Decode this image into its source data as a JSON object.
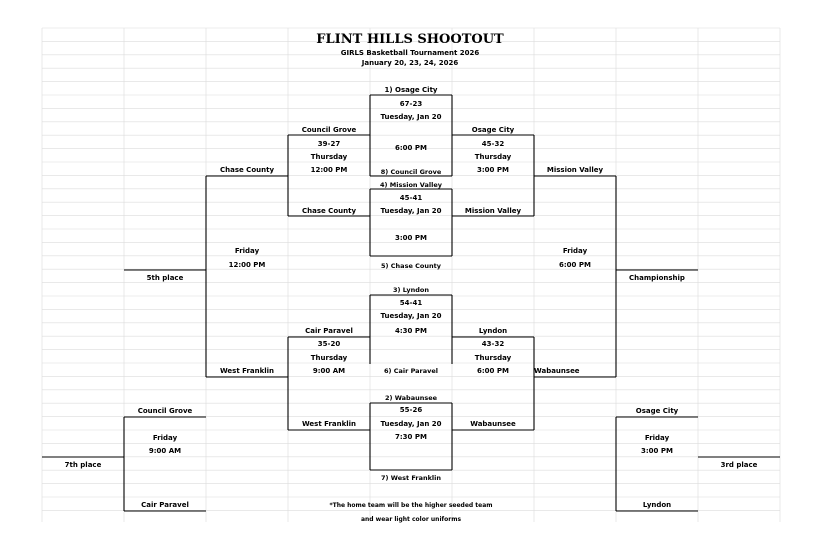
{
  "header": {
    "title": "FLINT HILLS SHOOTOUT",
    "subtitle": "GIRLS Basketball  Tournament 2026",
    "dates": "January 20, 23, 24,  2026"
  },
  "bracket": {
    "g1": {
      "label": "1) Osage City",
      "score": "67-23",
      "day": "Tuesday, Jan 20",
      "time": "6:00 PM",
      "opponent": "8) Council Grove"
    },
    "g2": {
      "label": "4) Mission Valley",
      "score": "45-41",
      "day": "Tuesday, Jan 20",
      "time": "3:00 PM",
      "opponent": "5) Chase County"
    },
    "g3": {
      "label": "3) Lyndon",
      "score": "54-41",
      "day": "Tuesday, Jan 20",
      "time": "4:30 PM",
      "opponent": "6) Cair Paravel"
    },
    "g4": {
      "label": "2) Wabaunsee",
      "score": "55-26",
      "day": "Tuesday, Jan 20",
      "time": "7:30 PM",
      "opponent": "7) West Franklin"
    },
    "left_top": {
      "team_a": "Council Grove",
      "score": "39-27",
      "day": "Thursday",
      "time": "12:00 PM",
      "team_b": "Chase County"
    },
    "right_top": {
      "team_a": "Osage City",
      "score": "45-32",
      "day": "Thursday",
      "time": "3:00 PM",
      "team_b": "Mission Valley"
    },
    "left_bottom": {
      "team_a": "Cair Paravel",
      "score": "35-20",
      "day": "Thursday",
      "time": "9:00 AM",
      "team_b": "West Franklin"
    },
    "right_bottom": {
      "team_a": "Lyndon",
      "score": "43-32",
      "day": "Thursday",
      "time": "6:00 PM",
      "team_b": "Wabaunsee"
    },
    "fifth": {
      "team_a": "Chase County",
      "day": "Friday",
      "time": "12:00 PM",
      "team_b": "West Franklin",
      "label": "5th place"
    },
    "championship": {
      "team_a": "Mission Valley",
      "day": "Friday",
      "time": "6:00 PM",
      "team_b": "Wabaunsee",
      "label": "Championship"
    },
    "seventh": {
      "team_a": "Council Grove",
      "day": "Friday",
      "time": "9:00 AM",
      "team_b": "Cair Paravel",
      "label": "7th place"
    },
    "third": {
      "team_a": "Osage City",
      "day": "Friday",
      "time": "3:00 PM",
      "team_b": "Lyndon",
      "label": "3rd place"
    }
  },
  "footer": {
    "note_1": "*The home team will be the higher seeded team",
    "note_2": "and wear light color uniforms"
  }
}
